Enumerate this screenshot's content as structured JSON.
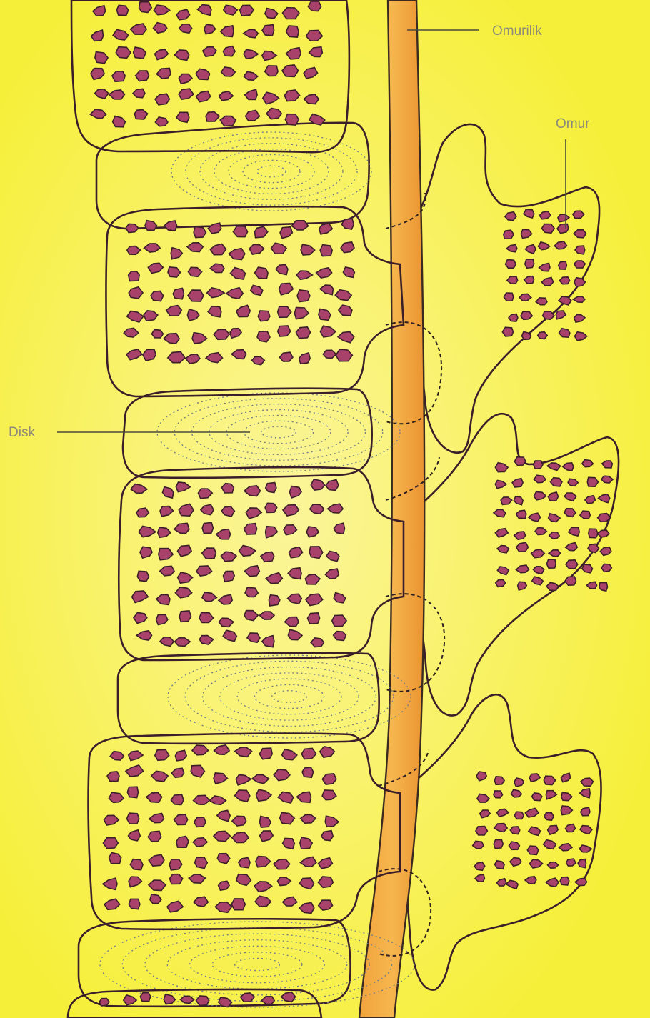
{
  "labels": {
    "spinal_cord": "Omurilik",
    "vertebra": "Omur",
    "disc": "Disk"
  },
  "colors": {
    "background": "#f6ef3a",
    "vertebral_body": "#d9286a",
    "vertebral_body_light": "#ef5b8e",
    "spinous_process": "#f27aa0",
    "disc": "#c9dbe4",
    "spinal_cord": "#f0a03a",
    "bone_pore": "#9e3e63",
    "outline": "#3a1f2a"
  }
}
